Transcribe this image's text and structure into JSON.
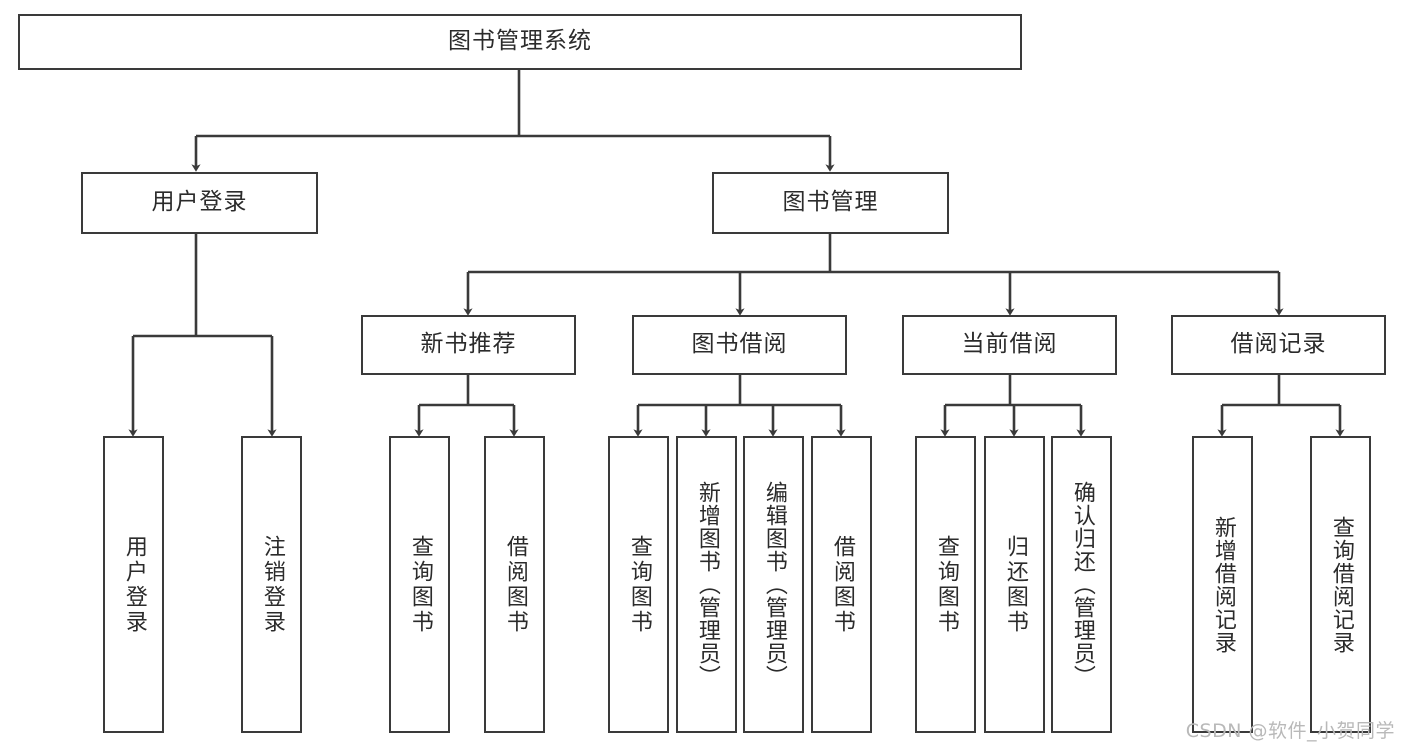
{
  "diagram": {
    "title": "图书管理系统",
    "type": "hierarchy-tree",
    "watermark": "CSDN @软件_小贺同学",
    "colors": {
      "stroke": "#3a3a3a",
      "fill": "#ffffff",
      "text": "#2b2b2b",
      "watermark": "#b9b9b9"
    },
    "levels": {
      "root": {
        "label": "图书管理系统"
      },
      "level2": [
        {
          "label": "用户登录"
        },
        {
          "label": "图书管理"
        }
      ],
      "level3": [
        {
          "label": "新书推荐"
        },
        {
          "label": "图书借阅"
        },
        {
          "label": "当前借阅"
        },
        {
          "label": "借阅记录"
        }
      ],
      "leaves": {
        "user_login": [
          {
            "label": "用户登录"
          },
          {
            "label": "注销登录"
          }
        ],
        "new_book_recommend": [
          {
            "label": "查询图书"
          },
          {
            "label": "借阅图书"
          }
        ],
        "book_borrow": [
          {
            "label": "查询图书"
          },
          {
            "label": "新增图书（管理员）"
          },
          {
            "label": "编辑图书（管理员）"
          },
          {
            "label": "借阅图书"
          }
        ],
        "current_borrow": [
          {
            "label": "查询图书"
          },
          {
            "label": "归还图书"
          },
          {
            "label": "确认归还（管理员）"
          }
        ],
        "borrow_record": [
          {
            "label": "新增借阅记录"
          },
          {
            "label": "查询借阅记录"
          }
        ]
      }
    }
  }
}
